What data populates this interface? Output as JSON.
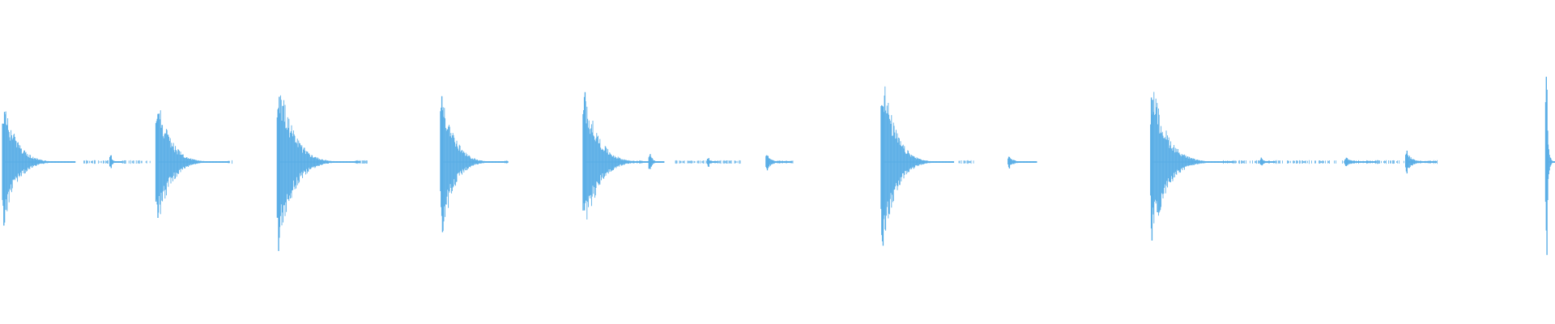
{
  "waveform": {
    "color": "#5aaee6",
    "background": "#ffffff",
    "duration_s": 30,
    "transients": [
      {
        "time_s": 0.05,
        "amplitude": 0.48,
        "tail_s": 1.4
      },
      {
        "time_s": 2.12,
        "amplitude": 0.06,
        "tail_s": 0.25
      },
      {
        "time_s": 3.01,
        "amplitude": 0.53,
        "tail_s": 1.4
      },
      {
        "time_s": 5.35,
        "amplitude": 0.67,
        "tail_s": 1.6
      },
      {
        "time_s": 8.5,
        "amplitude": 0.6,
        "tail_s": 1.3
      },
      {
        "time_s": 11.25,
        "amplitude": 0.57,
        "tail_s": 1.5
      },
      {
        "time_s": 12.52,
        "amplitude": 0.09,
        "tail_s": 0.3
      },
      {
        "time_s": 13.65,
        "amplitude": 0.04,
        "tail_s": 0.2
      },
      {
        "time_s": 14.78,
        "amplitude": 0.07,
        "tail_s": 0.5
      },
      {
        "time_s": 17.0,
        "amplitude": 0.72,
        "tail_s": 1.4
      },
      {
        "time_s": 19.45,
        "amplitude": 0.05,
        "tail_s": 0.55
      },
      {
        "time_s": 22.2,
        "amplitude": 0.63,
        "tail_s": 1.6
      },
      {
        "time_s": 24.32,
        "amplitude": 0.04,
        "tail_s": 0.3
      },
      {
        "time_s": 25.95,
        "amplitude": 0.04,
        "tail_s": 0.6
      },
      {
        "time_s": 27.12,
        "amplitude": 0.09,
        "tail_s": 0.6
      },
      {
        "time_s": 29.82,
        "amplitude": 0.78,
        "tail_s": 0.2
      }
    ],
    "sparse_noise": [
      [
        1.6,
        2.1
      ],
      [
        2.3,
        2.9
      ],
      [
        4.4,
        4.5
      ],
      [
        6.8,
        7.1
      ],
      [
        9.7,
        9.8
      ],
      [
        12.2,
        12.4
      ],
      [
        13.0,
        14.3
      ],
      [
        15.0,
        15.3
      ],
      [
        18.5,
        18.8
      ],
      [
        23.6,
        27.8
      ]
    ]
  }
}
